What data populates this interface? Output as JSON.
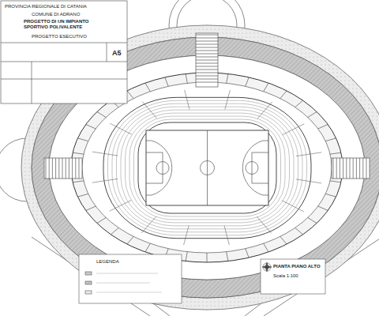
{
  "diagram": {
    "labels": [
      "PROVINCIA REGIONALE DI CATANIA",
      "COMUNE DI ADRANO",
      "PROGETTO DI UN IMPIANTO SPORTIVO POLIVALENTE",
      "PROGETTO ESECUTIVO",
      "A5",
      "LEGENDA",
      "PIANTA PIANO ALTO",
      "Scala 1:100"
    ]
  }
}
